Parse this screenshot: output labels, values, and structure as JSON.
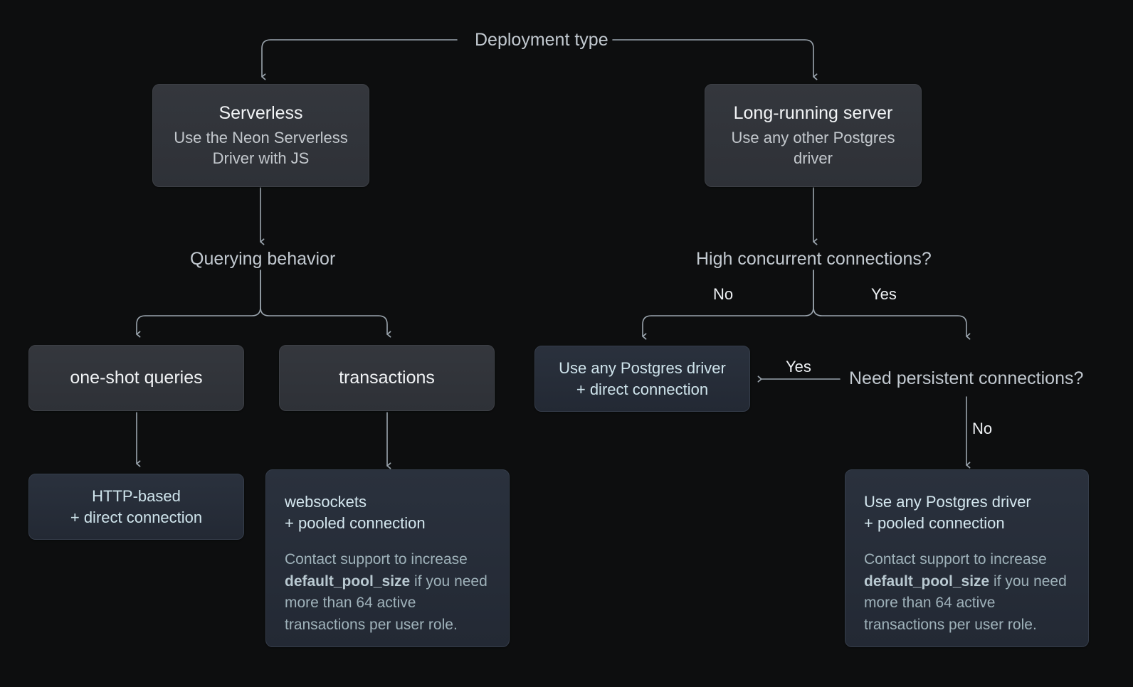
{
  "diagram": {
    "title": "Deployment type",
    "background": "#0d0e0f",
    "edge_color": "#9aa4ad",
    "gray_box_color": "#31343a",
    "blue_box_color": "#262d38",
    "blue_text_color": "#cfe4ec"
  },
  "decisions": {
    "root": "Deployment type",
    "querying_behavior": "Querying behavior",
    "high_concurrent": "High concurrent connections?",
    "need_persistent": "Need persistent connections?"
  },
  "edge_labels": {
    "high_concurrent_no": "No",
    "high_concurrent_yes": "Yes",
    "need_persistent_yes": "Yes",
    "need_persistent_no": "No"
  },
  "nodes": {
    "serverless": {
      "title": "Serverless",
      "subtitle": "Use the Neon Serverless\nDriver with JS"
    },
    "long_running": {
      "title": "Long-running server",
      "subtitle": "Use any other Postgres\ndriver"
    },
    "one_shot": {
      "title": "one-shot queries"
    },
    "transactions": {
      "title": "transactions"
    },
    "direct_driver": {
      "title": "Use any Postgres driver\n+ direct connection"
    },
    "http_based": {
      "title": "HTTP-based\n+ direct connection"
    },
    "websockets": {
      "title": "websockets\n+ pooled connection",
      "note_before": "Contact support to increase ",
      "note_code": "default_pool_size",
      "note_after": " if you need more than 64 active transactions per user role."
    },
    "pooled_driver": {
      "title": "Use any Postgres driver\n+ pooled connection",
      "note_before": "Contact support to increase ",
      "note_code": "default_pool_size",
      "note_after": " if you need more than 64 active transactions per user role."
    }
  }
}
